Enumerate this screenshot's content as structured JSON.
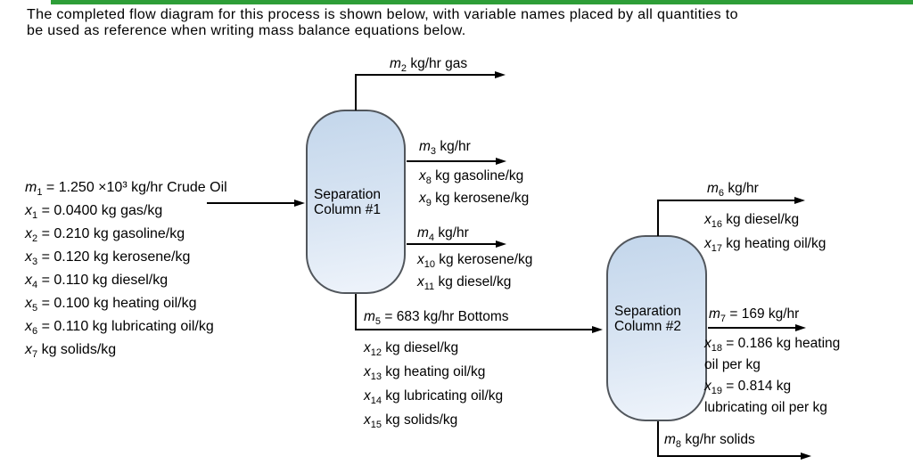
{
  "colors": {
    "top_bar": "#2e9e38",
    "vessel_fill_top": "#c3d6eb",
    "vessel_fill_bottom": "#eff4fb",
    "vessel_border": "#51565c",
    "line_color": "#000000"
  },
  "intro": {
    "line1": "The completed flow diagram for this process is shown below, with variable names placed by all quantities to",
    "line2": "be used as reference when writing mass balance equations below."
  },
  "feed": {
    "lines": [
      {
        "v": "m",
        "s": "1",
        "t": " = 1.250 ×10³ kg/hr Crude Oil"
      },
      {
        "v": "x",
        "s": "1",
        "t": " = 0.0400 kg gas/kg"
      },
      {
        "v": "x",
        "s": "2",
        "t": " = 0.210 kg gasoline/kg"
      },
      {
        "v": "x",
        "s": "3",
        "t": " = 0.120 kg kerosene/kg"
      },
      {
        "v": "x",
        "s": "4",
        "t": " = 0.110 kg diesel/kg"
      },
      {
        "v": "x",
        "s": "5",
        "t": " = 0.100 kg heating oil/kg"
      },
      {
        "v": "x",
        "s": "6",
        "t": " = 0.110 kg lubricating oil/kg"
      },
      {
        "v": "x",
        "s": "7",
        "t": " kg solids/kg"
      }
    ]
  },
  "column1": {
    "label_line1": "Separation",
    "label_line2": "Column #1"
  },
  "column2": {
    "label_line1": "Separation",
    "label_line2": "Column #2"
  },
  "streams": {
    "m2": {
      "label": {
        "v": "m",
        "s": "2",
        "t": " kg/hr gas"
      }
    },
    "m3": {
      "label": {
        "v": "m",
        "s": "3",
        "t": " kg/hr"
      },
      "comp1": {
        "v": "x",
        "s": "8",
        "t": " kg gasoline/kg"
      },
      "comp2": {
        "v": "x",
        "s": "9",
        "t": " kg kerosene/kg"
      }
    },
    "m4": {
      "label": {
        "v": "m",
        "s": "4",
        "t": " kg/hr"
      },
      "comp1": {
        "v": "x",
        "s": "10",
        "t": " kg kerosene/kg"
      },
      "comp2": {
        "v": "x",
        "s": "11",
        "t": " kg diesel/kg"
      }
    },
    "m5": {
      "label": {
        "v": "m",
        "s": "5",
        "t": " = 683 kg/hr Bottoms"
      },
      "comp1": {
        "v": "x",
        "s": "12",
        "t": " kg diesel/kg"
      },
      "comp2": {
        "v": "x",
        "s": "13",
        "t": " kg heating oil/kg"
      },
      "comp3": {
        "v": "x",
        "s": "14",
        "t": " kg lubricating oil/kg"
      },
      "comp4": {
        "v": "x",
        "s": "15",
        "t": " kg solids/kg"
      }
    },
    "m6": {
      "label": {
        "v": "m",
        "s": "6",
        "t": " kg/hr"
      },
      "comp1": {
        "v": "x",
        "s": "16",
        "t": " kg diesel/kg"
      },
      "comp2": {
        "v": "x",
        "s": "17",
        "t": " kg heating oil/kg"
      }
    },
    "m7": {
      "label": {
        "v": "m",
        "s": "7",
        "t": " = 169 kg/hr"
      },
      "comp1": {
        "v": "x",
        "s": "18",
        "t": " = 0.186 kg heating"
      },
      "comp1_wrap": "oil per kg",
      "comp2": {
        "v": "x",
        "s": "19",
        "t": " = 0.814 kg"
      },
      "comp2_wrap": "lubricating oil per kg"
    },
    "m8": {
      "label": {
        "v": "m",
        "s": "8",
        "t": " kg/hr solids"
      }
    }
  }
}
